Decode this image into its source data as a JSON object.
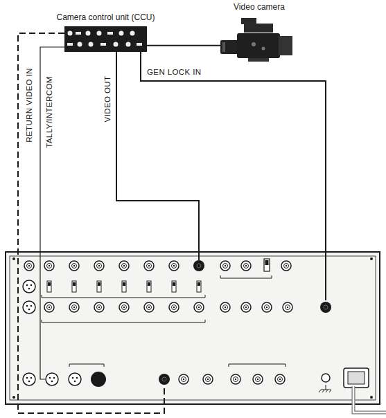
{
  "diagram": {
    "nodes": [
      {
        "text": [
          "Camera control unit (CCU)"
        ]
      },
      {
        "text": [
          "Video camera"
        ]
      }
    ],
    "edges": [
      {
        "from": 0,
        "to": 1,
        "arrow": "none"
      }
    ],
    "labels": [
      "RETURN VIDEO IN",
      "TALLY/INTERCOM",
      "VIDEO OUT",
      "GEN LOCK IN"
    ]
  }
}
